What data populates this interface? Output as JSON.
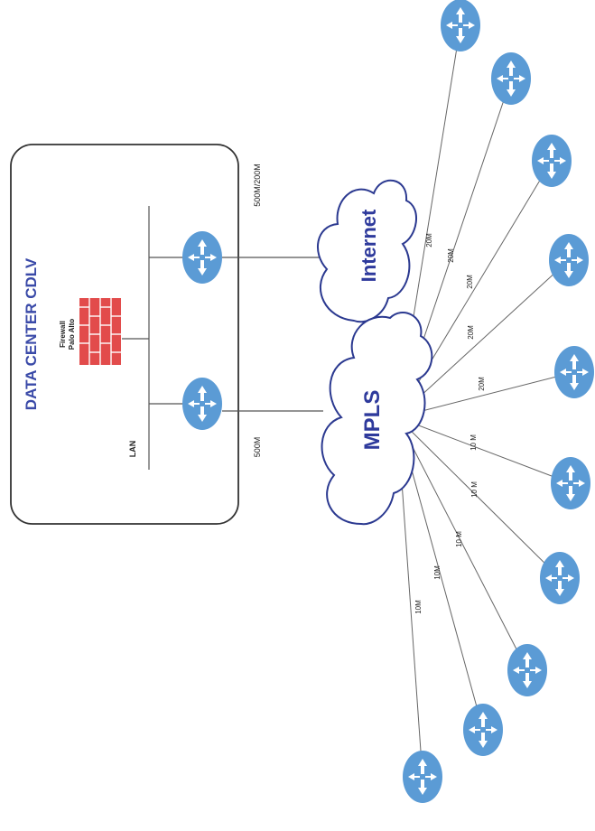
{
  "datacenter": {
    "title": "DATA CENTER CDLV"
  },
  "lan_label": "LAN",
  "firewall": {
    "line1": "Firewall",
    "line2": "Palo Alto"
  },
  "clouds": {
    "internet": "Internet",
    "mpls": "MPLS"
  },
  "uplinks": {
    "internet": "500M/200M",
    "mpls": "500M"
  },
  "spoke_labels": [
    "10M",
    "10M",
    "10 M",
    "10 M",
    "10 M",
    "20M",
    "20M",
    "20M",
    "20M",
    "20M"
  ],
  "colors": {
    "router": "#5b9bd5",
    "cloud_text": "#2e3a9c",
    "cloud_stroke": "#2b3990",
    "firewall": "#e24b4b",
    "title": "#3a4aa8"
  }
}
